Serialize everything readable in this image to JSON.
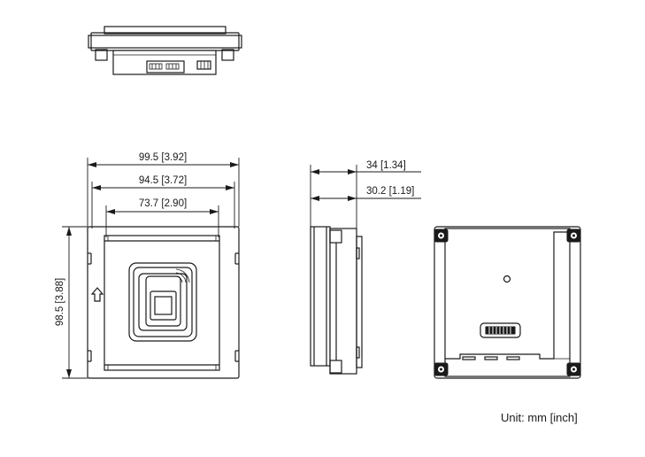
{
  "dimensions": {
    "outer_width": "99.5 [3.92]",
    "mid_width": "94.5 [3.72]",
    "inner_width": "73.7 [2.90]",
    "height": "98.5 [3.88]",
    "depth_total": "34 [1.34]",
    "depth_body": "30.2 [1.19]"
  },
  "unit": "Unit: mm [inch]"
}
